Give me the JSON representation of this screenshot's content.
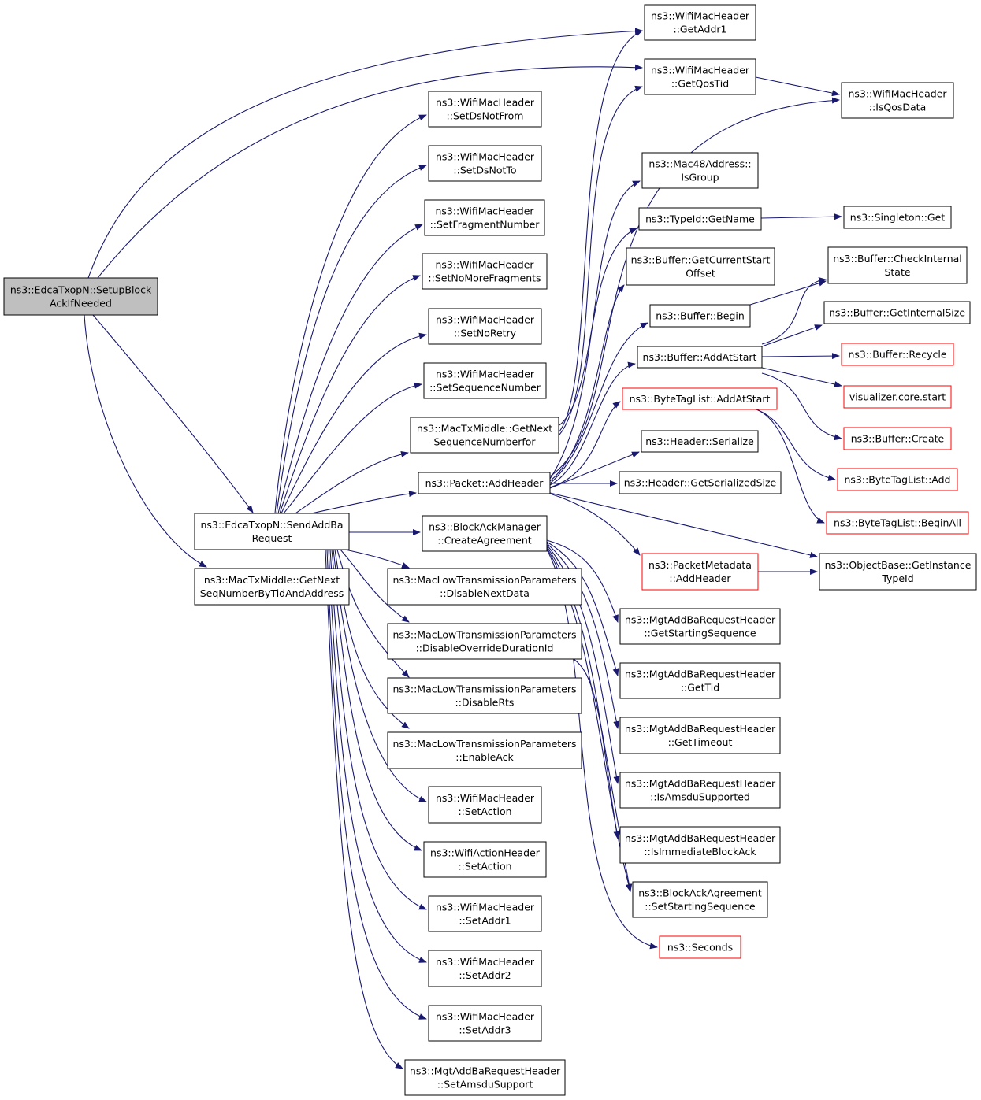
{
  "nodes": {
    "root": "ns3::EdcaTxopN::SetupBlock\nAckIfNeeded",
    "sendAddBa": "ns3::EdcaTxopN::SendAddBa\nRequest",
    "getNextSeqTid": "ns3::MacTxMiddle::GetNext\nSeqNumberByTidAndAddress",
    "getAddr1": "ns3::WifiMacHeader\n::GetAddr1",
    "getQosTid": "ns3::WifiMacHeader\n::GetQosTid",
    "isQosData": "ns3::WifiMacHeader\n::IsQosData",
    "setDsNotFrom": "ns3::WifiMacHeader\n::SetDsNotFrom",
    "setDsNotTo": "ns3::WifiMacHeader\n::SetDsNotTo",
    "setFragNum": "ns3::WifiMacHeader\n::SetFragmentNumber",
    "setNoMoreFrag": "ns3::WifiMacHeader\n::SetNoMoreFragments",
    "setNoRetry": "ns3::WifiMacHeader\n::SetNoRetry",
    "setSeqNum": "ns3::WifiMacHeader\n::SetSequenceNumber",
    "getNextSeqFor": "ns3::MacTxMiddle::GetNext\nSequenceNumberfor",
    "addHeader": "ns3::Packet::AddHeader",
    "createAgreement": "ns3::BlockAckManager\n::CreateAgreement",
    "disableNextData": "ns3::MacLowTransmissionParameters\n::DisableNextData",
    "disableOverride": "ns3::MacLowTransmissionParameters\n::DisableOverrideDurationId",
    "disableRts": "ns3::MacLowTransmissionParameters\n::DisableRts",
    "enableAck": "ns3::MacLowTransmissionParameters\n::EnableAck",
    "setActionMac": "ns3::WifiMacHeader\n::SetAction",
    "setActionAct": "ns3::WifiActionHeader\n::SetAction",
    "setAddr1": "ns3::WifiMacHeader\n::SetAddr1",
    "setAddr2": "ns3::WifiMacHeader\n::SetAddr2",
    "setAddr3": "ns3::WifiMacHeader\n::SetAddr3",
    "setAmsdu": "ns3::MgtAddBaRequestHeader\n::SetAmsduSupport",
    "isGroup": "ns3::Mac48Address::\nIsGroup",
    "getName": "ns3::TypeId::GetName",
    "singletonGet": "ns3::Singleton::Get",
    "getCurStart": "ns3::Buffer::GetCurrentStart\nOffset",
    "bufBegin": "ns3::Buffer::Begin",
    "checkInternal": "ns3::Buffer::CheckInternal\nState",
    "getInternalSize": "ns3::Buffer::GetInternalSize",
    "bufAddAtStart": "ns3::Buffer::AddAtStart",
    "recycle": "ns3::Buffer::Recycle",
    "visStart": "visualizer.core.start",
    "bufCreate": "ns3::Buffer::Create",
    "btlAddAtStart": "ns3::ByteTagList::AddAtStart",
    "btlAdd": "ns3::ByteTagList::Add",
    "btlBeginAll": "ns3::ByteTagList::BeginAll",
    "hdrSerialize": "ns3::Header::Serialize",
    "hdrGetSize": "ns3::Header::GetSerializedSize",
    "objGetType": "ns3::ObjectBase::GetInstance\nTypeId",
    "pmAddHeader": "ns3::PacketMetadata\n::AddHeader",
    "getStartSeq": "ns3::MgtAddBaRequestHeader\n::GetStartingSequence",
    "getTid": "ns3::MgtAddBaRequestHeader\n::GetTid",
    "getTimeout": "ns3::MgtAddBaRequestHeader\n::GetTimeout",
    "isAmsdu": "ns3::MgtAddBaRequestHeader\n::IsAmsduSupported",
    "isImmediate": "ns3::MgtAddBaRequestHeader\n::IsImmediateBlockAck",
    "setStartSeq": "ns3::BlockAckAgreement\n::SetStartingSequence",
    "seconds": "ns3::Seconds"
  },
  "colors": {
    "edge": "#191970",
    "root_fill": "#bfbfbf",
    "truncated_border": "#ff0000",
    "normal_border": "#000000"
  },
  "truncated_nodes": [
    "recycle",
    "visStart",
    "bufCreate",
    "btlAddAtStart",
    "btlAdd",
    "btlBeginAll",
    "pmAddHeader",
    "seconds"
  ]
}
